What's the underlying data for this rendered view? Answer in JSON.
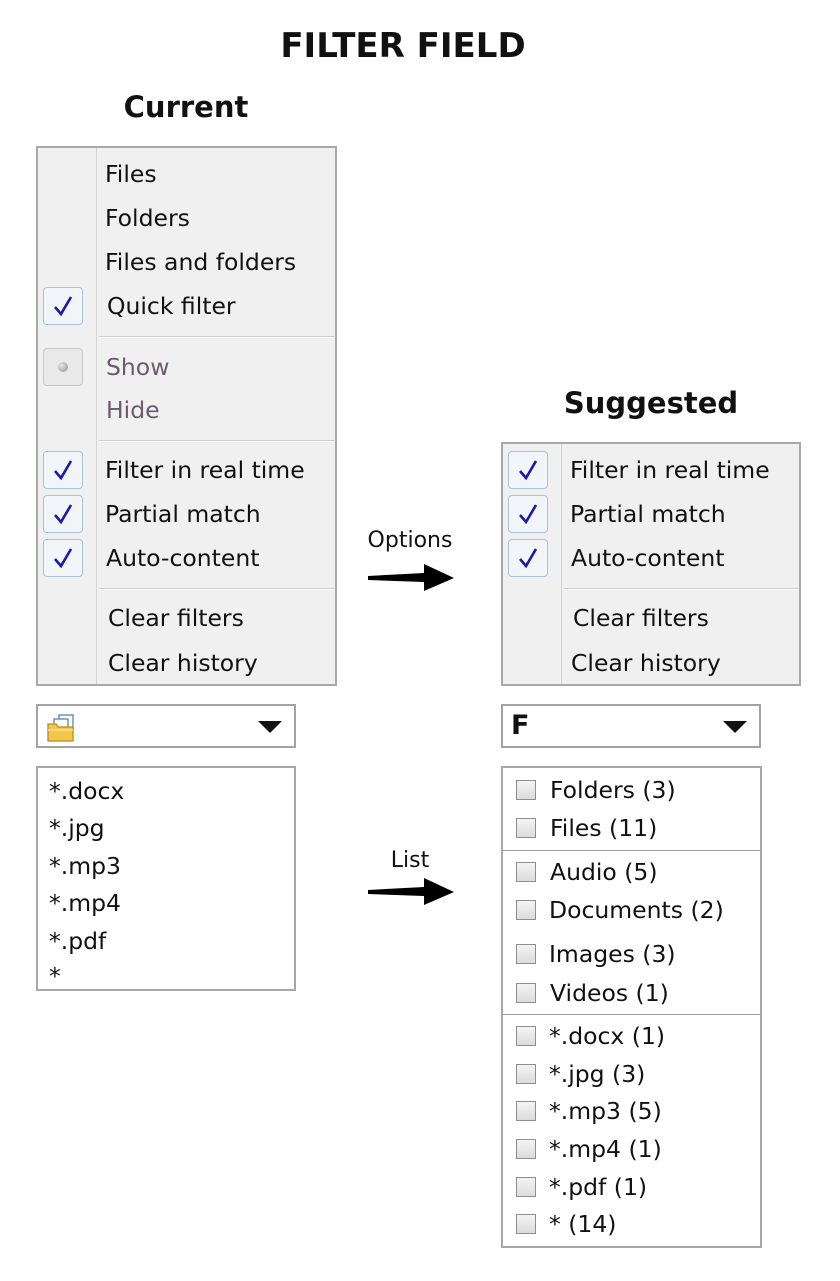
{
  "title": "FILTER FIELD",
  "current": {
    "heading": "Current",
    "menu": {
      "type_items": [
        "Files",
        "Folders",
        "Files and folders"
      ],
      "quick_filter": "Quick filter",
      "show": "Show",
      "hide": "Hide",
      "filter_real_time": "Filter in real time",
      "partial_match": "Partial match",
      "auto_content": "Auto-content",
      "clear_filters": "Clear filters",
      "clear_history": "Clear history"
    },
    "combo_icon": "folder-files-icon",
    "list": [
      "*.docx",
      "*.jpg",
      "*.mp3",
      "*.mp4",
      "*.pdf",
      "*"
    ]
  },
  "suggested": {
    "heading": "Suggested",
    "menu": {
      "filter_real_time": "Filter in real time",
      "partial_match": "Partial match",
      "auto_content": "Auto-content",
      "clear_filters": "Clear filters",
      "clear_history": "Clear history"
    },
    "combo_value": "F",
    "list": {
      "group1": [
        "Folders (3)",
        "Files (11)"
      ],
      "group2": [
        "Audio (5)",
        "Documents (2)",
        "Images (3)",
        "Videos (1)"
      ],
      "group3": [
        "*.docx (1)",
        "*.jpg (3)",
        "*.mp3 (5)",
        "*.mp4 (1)",
        "*.pdf (1)",
        "* (14)"
      ]
    }
  },
  "arrows": {
    "options": "Options",
    "list": "List"
  },
  "colors": {
    "check": "#1a1aa8",
    "menu_bg": "#f0f0f0",
    "border": "#a8a8a8",
    "dim_text": "#6e5a6e"
  }
}
